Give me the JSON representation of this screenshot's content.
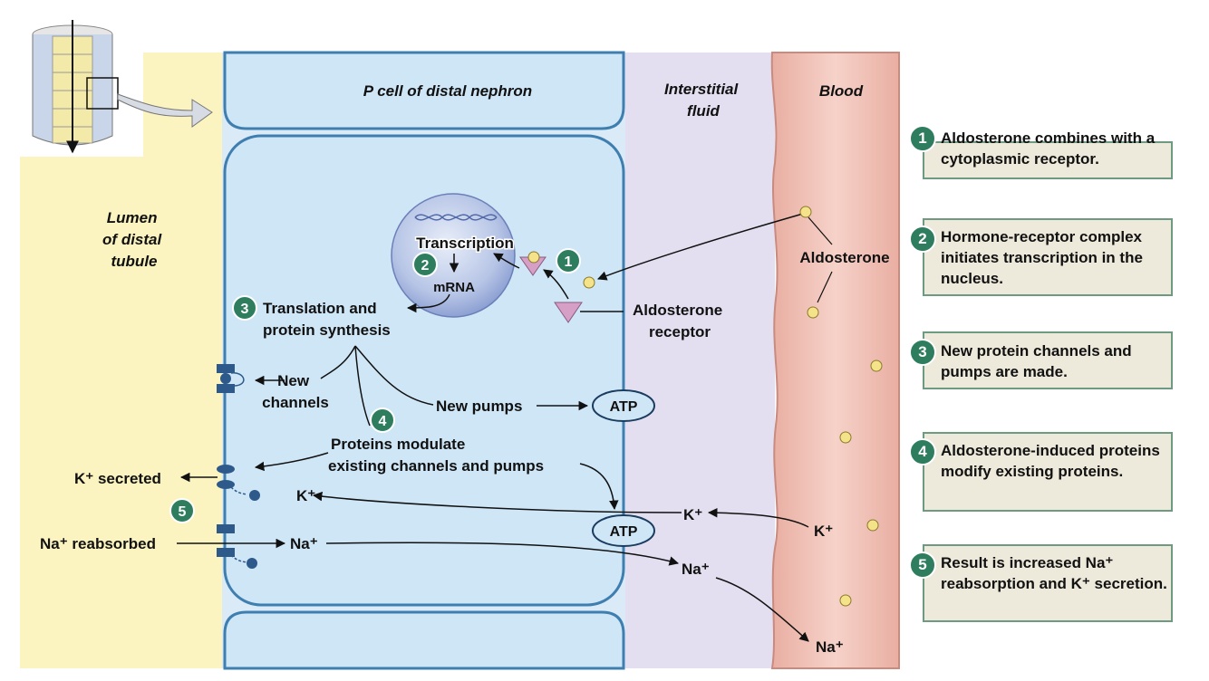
{
  "regions": {
    "lumen": "Lumen\nof distal\ntubule",
    "cell": "P cell of distal nephron",
    "interstitial": "Interstitial\nfluid",
    "blood": "Blood"
  },
  "labels": {
    "transcription": "Transcription",
    "mrna": "mRNA",
    "translation": "Translation and\nprotein synthesis",
    "aldosterone": "Aldosterone",
    "aldosterone_receptor": "Aldosterone\nreceptor",
    "new_channels": "New\nchannels",
    "new_pumps": "New pumps",
    "atp_1": "ATP",
    "atp_2": "ATP",
    "proteins_modulate": "Proteins modulate\nexisting channels and pumps",
    "k_secreted": "K⁺ secreted",
    "na_reabsorbed": "Na⁺ reabsorbed",
    "k_cell": "K⁺",
    "na_cell": "Na⁺",
    "k_interstitial": "K⁺",
    "na_interstitial": "Na⁺",
    "k_blood": "K⁺",
    "na_blood": "Na⁺"
  },
  "badges": {
    "b1": "1",
    "b2": "2",
    "b3": "3",
    "b4": "4",
    "b5": "5"
  },
  "steps": [
    {
      "number": "1",
      "text": "Aldosterone combines with a cytoplasmic receptor."
    },
    {
      "number": "2",
      "text": "Hormone-receptor complex initiates transcription in the nucleus."
    },
    {
      "number": "3",
      "text": "New protein channels and pumps are made."
    },
    {
      "number": "4",
      "text": "Aldosterone-induced proteins modify existing proteins."
    },
    {
      "number": "5",
      "text": "Result is increased Na⁺ reabsorption and K⁺ secretion."
    }
  ],
  "colors": {
    "lumen": "#fbf4c0",
    "cell": "#cfe6f7",
    "cell_border": "#3f7fb0",
    "interstitial": "#e3dff0",
    "blood": "#f2c9c0",
    "badge": "#2f7d5f",
    "step_box": "#eeeadb",
    "step_border": "#6f9a82",
    "aldosterone_dot": "#f5e38a",
    "receptor": "#d6a0c6"
  }
}
